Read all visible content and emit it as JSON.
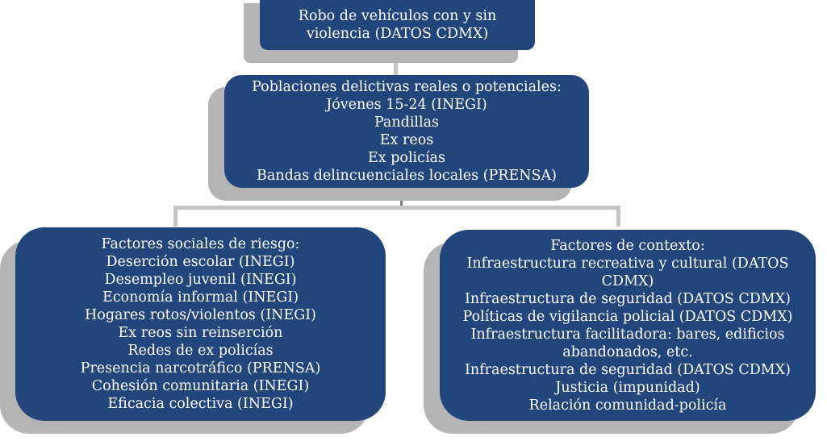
{
  "nodes": {
    "top": {
      "lines": [
        "Robo de vehículos con y sin",
        "violencia (DATOS CDMX)"
      ]
    },
    "middle": {
      "lines": [
        "Poblaciones delictivas  reales o potenciales:",
        "Jóvenes 15-24 (INEGI)",
        "Pandillas",
        "Ex reos",
        "Ex policías",
        "Bandas delincuenciales locales (PRENSA)"
      ]
    },
    "left": {
      "lines": [
        "Factores sociales de riesgo:",
        "Deserción escolar (INEGI)",
        "Desempleo juvenil (INEGI)",
        "Economía informal (INEGI)",
        "Hogares rotos/violentos (INEGI)",
        "Ex reos sin reinserción",
        "Redes de ex policías",
        "Presencia narcotráfico (PRENSA)",
        "Cohesión comunitaria (INEGI)",
        "Eficacia colectiva (INEGI)"
      ]
    },
    "right": {
      "lines": [
        "Factores de contexto:",
        "Infraestructura recreativa y cultural (DATOS",
        "CDMX)",
        "Infraestructura de seguridad (DATOS CDMX)",
        "Políticas de vigilancia policial (DATOS CDMX)",
        "Infraestructura facilitadora: bares, edificios",
        "abandonados, etc.",
        "Infraestructura de seguridad (DATOS CDMX)",
        "Justicia (impunidad)",
        "Relación comunidad-policía"
      ]
    }
  },
  "colors": {
    "box": "#22467b",
    "shadow": "#b4b4b4",
    "text": "#ffffff",
    "connector": "#c4c4c4"
  }
}
